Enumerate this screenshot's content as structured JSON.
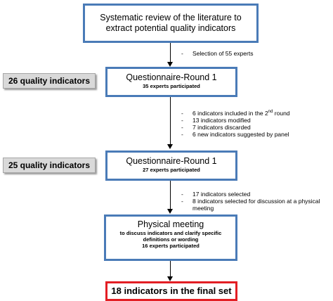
{
  "boxes": {
    "review": {
      "text": "Systematic review of the literature to extract potential quality indicators"
    },
    "round1": {
      "title": "Questionnaire-Round 1",
      "sub": "35 experts participated"
    },
    "round2": {
      "title": "Questionnaire-Round 1",
      "sub": "27 experts participated"
    },
    "meeting": {
      "title": "Physical meeting",
      "sub1": "to discuss indicators and clarify specific",
      "sub2": "definitions or wording",
      "sub3": "16 experts participated"
    },
    "final": {
      "text": "18 indicators in the final set"
    }
  },
  "side_labels": {
    "first": "26 quality indicators",
    "second": "25 quality indicators"
  },
  "notes": {
    "experts": "Selection of 55 experts",
    "round1_a_pre": "6 indicators included in the 2",
    "round1_a_sup": "nd",
    "round1_a_post": " round",
    "round1_b": "13 indicators modified",
    "round1_c": "7 indicators discarded",
    "round1_d": "6 new indicators suggested by panel",
    "round2_a": "17 indicators selected",
    "round2_b": "8 indicators selected for discussion at a physical meeting",
    "dash": "-"
  },
  "colors": {
    "box_border": "#4a7bb7",
    "final_border": "#e31e24",
    "side_fill": "#d9d9d9"
  }
}
